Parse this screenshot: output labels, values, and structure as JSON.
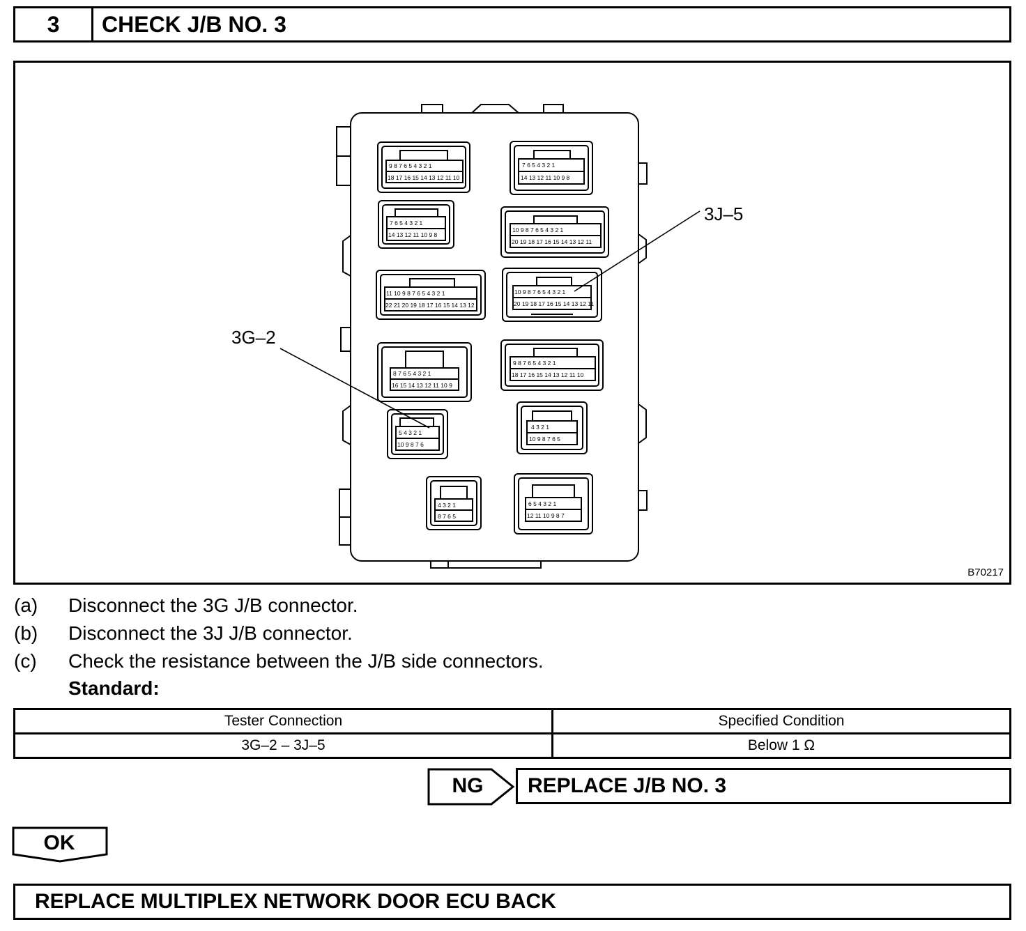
{
  "header": {
    "step_number": "3",
    "title": "CHECK J/B NO. 3"
  },
  "figure": {
    "callouts": {
      "jb_3j5": "3J–5",
      "jb_3g2": "3G–2"
    },
    "code": "B70217"
  },
  "instructions": [
    {
      "label": "(a)",
      "text": "Disconnect the 3G J/B connector."
    },
    {
      "label": "(b)",
      "text": "Disconnect the 3J J/B connector."
    },
    {
      "label": "(c)",
      "text": "Check the resistance between the J/B side connectors."
    }
  ],
  "standard_label": "Standard:",
  "spec_table": {
    "headers": [
      "Tester Connection",
      "Specified Condition"
    ],
    "rows": [
      [
        "3G–2 – 3J–5",
        "Below 1 Ω"
      ]
    ]
  },
  "ng": {
    "label": "NG",
    "action": "REPLACE J/B NO. 3"
  },
  "ok": {
    "label": "OK"
  },
  "final_action": "REPLACE MULTIPLEX NETWORK DOOR ECU BACK"
}
